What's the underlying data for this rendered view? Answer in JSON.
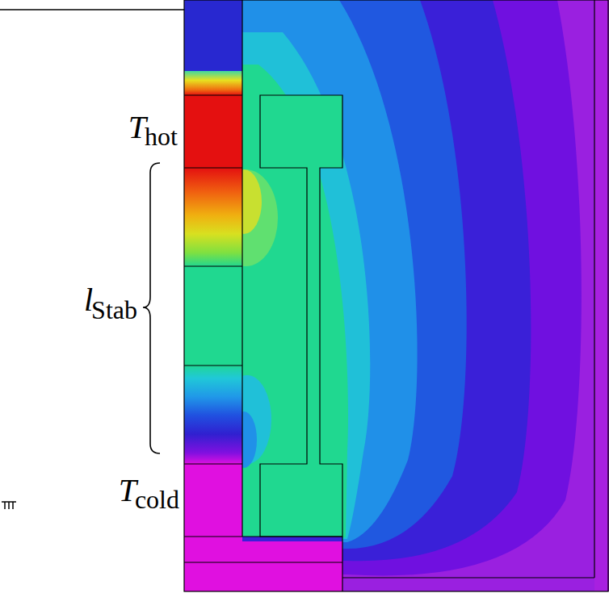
{
  "diagram": {
    "labels": [
      "T",
      "hot",
      "l",
      "Stab",
      "T",
      "cold"
    ]
  }
}
